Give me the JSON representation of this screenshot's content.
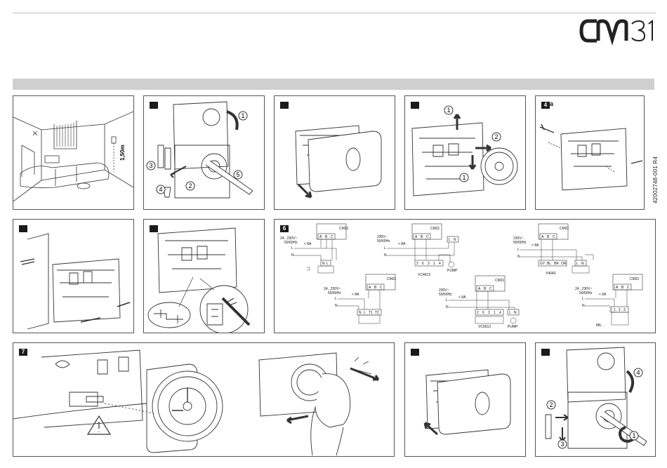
{
  "header": {
    "logo_text": "CM31"
  },
  "document_number": "42002748-001 R4",
  "panels": {
    "p1": {
      "height_label": "1,50m"
    },
    "p2": {
      "callouts": [
        "1",
        "2",
        "3",
        "4",
        "5"
      ]
    },
    "p4": {
      "callouts": [
        "1",
        "1",
        "2"
      ]
    },
    "p5": {
      "step": "4",
      "suffix": "a"
    },
    "p8": {
      "step": "6"
    },
    "p9": {
      "step": "7"
    },
    "p11": {
      "callouts": [
        "1",
        "2",
        "3",
        "4"
      ]
    }
  },
  "wiring": {
    "d1": {
      "device": "CM31",
      "terminals": [
        "A",
        "B",
        "C"
      ],
      "supply": [
        "24...230V~",
        "50/60Hz"
      ],
      "fuse": "< 8A",
      "lines": [
        "L",
        "N"
      ],
      "load_terminals": [
        "N",
        "L"
      ]
    },
    "d2": {
      "device": "CM31",
      "terminals": [
        "A",
        "B",
        "C"
      ],
      "supply": [
        "230V~",
        "50/60Hz"
      ],
      "fuse": "< 8A",
      "lines": [
        "L",
        "N"
      ],
      "valve_terminals": [
        "2",
        "6",
        "3",
        "1",
        "4"
      ],
      "valve": "VC4613",
      "pump_terminals": [
        "L",
        "N"
      ],
      "pump": "PUMP"
    },
    "d3": {
      "device": "CM31",
      "terminals": [
        "A",
        "B",
        "C"
      ],
      "supply": [
        "230V~",
        "50/60Hz"
      ],
      "fuse": "< 8A",
      "lines": [
        "L",
        "N"
      ],
      "valve_terminals": [
        "GY",
        "BL",
        "BR",
        "OR"
      ],
      "valve": "V4043",
      "load_terminals": [
        "L",
        "N"
      ]
    },
    "d4": {
      "device": "CM31",
      "terminals": [
        "A",
        "B",
        "C"
      ],
      "supply": [
        "24...230V~",
        "50/60Hz"
      ],
      "fuse": "< 8A",
      "lines": [
        "L",
        "N"
      ],
      "load_terminals": [
        "N",
        "L",
        "T1",
        "T2"
      ]
    },
    "d5": {
      "device": "CM31",
      "terminals": [
        "A",
        "B",
        "C"
      ],
      "supply": [
        "230V~",
        "50/60Hz"
      ],
      "fuse": "< 8A",
      "lines": [
        "L",
        "N"
      ],
      "valve_terminals": [
        "2",
        "6",
        "3",
        "1",
        "4"
      ],
      "valve": "VC6613",
      "pump_terminals": [
        "L",
        "N"
      ],
      "pump": "PUMP"
    },
    "d6": {
      "device": "CM31",
      "terminals": [
        "A",
        "B",
        "C"
      ],
      "supply": [
        "24...230V~",
        "50/60Hz"
      ],
      "fuse": "< 8A",
      "lines": [
        "L",
        "N"
      ],
      "load_terminals": [
        "1",
        "2",
        "3"
      ],
      "actuator": "M6..."
    }
  }
}
